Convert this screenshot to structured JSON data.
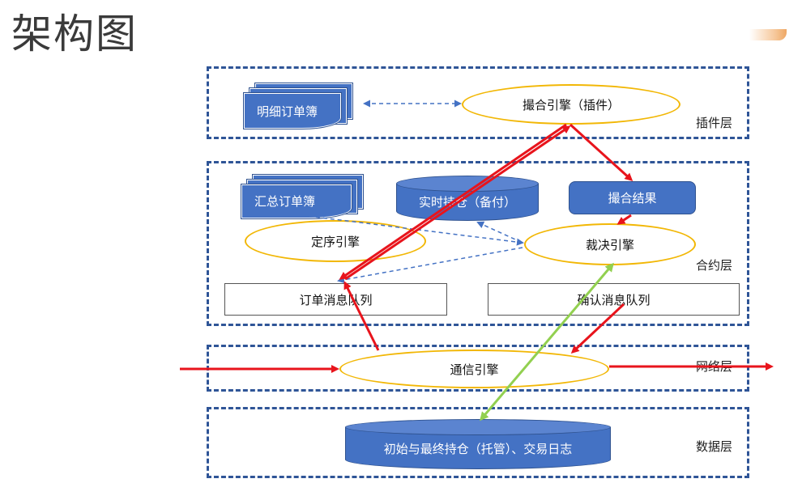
{
  "title": "架构图",
  "layers": {
    "plugin": "插件层",
    "contract": "合约层",
    "network": "网络层",
    "data": "数据层"
  },
  "nodes": {
    "detail_order_book": "明细订单簿",
    "matching_engine_plugin": "撮合引擎（插件）",
    "summary_order_book": "汇总订单簿",
    "realtime_position": "实时持仓（备付）",
    "matching_result": "撮合结果",
    "sequencing_engine": "定序引擎",
    "arbitration_engine": "裁决引擎",
    "order_message_queue": "订单消息队列",
    "confirm_message_queue": "确认消息队列",
    "communication_engine": "通信引擎",
    "initial_final_position_log": "初始与最终持仓（托管）、交易日志"
  },
  "colors": {
    "layer_border": "#2f5597",
    "node_fill": "#4472c4",
    "ellipse_border": "#f2b705",
    "main_flow": "#e8141c",
    "storage_link": "#92d050",
    "dashed_link": "#4472c4"
  }
}
